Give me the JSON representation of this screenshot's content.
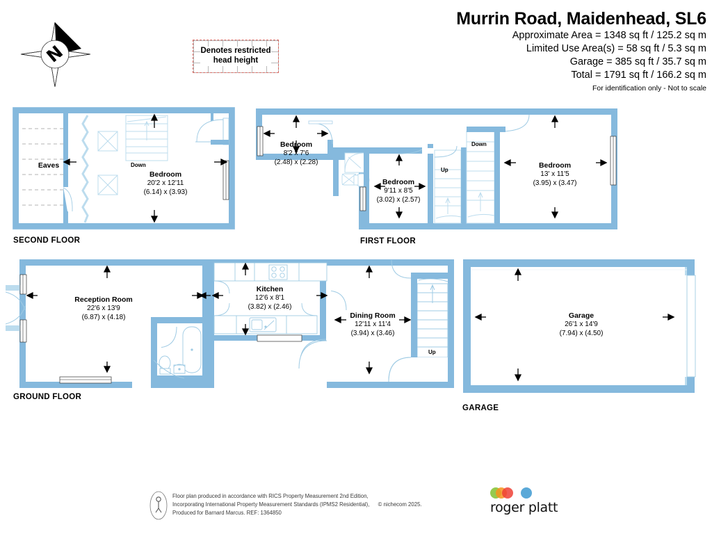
{
  "header": {
    "title": "Murrin Road, Maidenhead, SL6",
    "areas": [
      "Approximate Area = 1348 sq ft / 125.2 sq m",
      "Limited Use Area(s) = 58 sq ft / 5.3 sq m",
      "Garage = 385 sq ft / 35.7 sq m",
      "Total = 1791 sq ft / 166.2 sq m"
    ],
    "disclaimer": "For identification only - Not to scale"
  },
  "compass": {
    "label": "N",
    "name": "compass-rose"
  },
  "legend": {
    "text": "Denotes restricted\nhead height"
  },
  "floors": {
    "second": {
      "label": "SECOND FLOOR",
      "rooms": [
        {
          "name": "Eaves",
          "imperial": "",
          "metric": ""
        },
        {
          "name": "Bedroom",
          "imperial": "20'2 x 12'11",
          "metric": "(6.14) x (3.93)"
        }
      ],
      "stairs": [
        {
          "label": "Down"
        }
      ]
    },
    "first": {
      "label": "FIRST FLOOR",
      "rooms": [
        {
          "name": "Bedroom",
          "imperial": "8'2 x 7'6",
          "metric": "(2.48) x (2.28)"
        },
        {
          "name": "Bedroom",
          "imperial": "9'11 x 8'5",
          "metric": "(3.02) x (2.57)"
        },
        {
          "name": "Bedroom",
          "imperial": "13' x 11'5",
          "metric": "(3.95) x (3.47)"
        }
      ],
      "stairs": [
        {
          "label": "Up"
        },
        {
          "label": "Down"
        }
      ]
    },
    "ground": {
      "label": "GROUND FLOOR",
      "rooms": [
        {
          "name": "Reception Room",
          "imperial": "22'6 x 13'9",
          "metric": "(6.87) x (4.18)"
        },
        {
          "name": "Kitchen",
          "imperial": "12'6 x 8'1",
          "metric": "(3.82) x (2.46)"
        },
        {
          "name": "Dining Room",
          "imperial": "12'11 x 11'4",
          "metric": "(3.94) x (3.46)"
        }
      ],
      "stairs": [
        {
          "label": "Up"
        }
      ]
    },
    "garage": {
      "label": "GARAGE",
      "rooms": [
        {
          "name": "Garage",
          "imperial": "26'1 x 14'9",
          "metric": "(7.94) x (4.50)"
        }
      ],
      "stairs": []
    }
  },
  "footer": {
    "line1": "Floor plan produced in accordance with RICS Property Measurement 2nd Edition,",
    "line2": "Incorporating International Property Measurement Standards (IPMS2 Residential),",
    "copyright": "© nichecom 2025.",
    "line3": "Produced for Barnard Marcus.   REF:  1364850"
  },
  "brand": {
    "name": "roger platt",
    "dots": [
      "#8cc63f",
      "#f7941e",
      "#ef4136",
      "#5ba9d8"
    ]
  },
  "colors": {
    "wall": "#85b9dd",
    "wall_light": "#bcdcee",
    "fixture_stroke": "#9fcbe4",
    "text": "#000000"
  }
}
